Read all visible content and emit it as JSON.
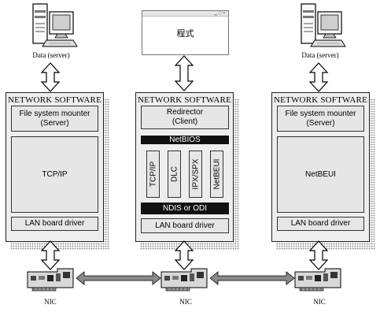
{
  "top_labels": {
    "left": "Data (server)",
    "right": "Data (server)"
  },
  "app_window": {
    "label": "程式"
  },
  "panels": {
    "left": {
      "header": "NETWORK SOFTWARE",
      "top_box": [
        "File system mounter",
        "(Server)"
      ],
      "middle": "TCP/IP",
      "driver": "LAN board driver"
    },
    "center": {
      "header": "NETWORK SOFTWARE",
      "top_box": [
        "Redirector",
        "(Client)"
      ],
      "netbios": "NetBIOS",
      "protocols": [
        "TCP/IP",
        "DLC",
        "IPX/SPX",
        "NetBEUI"
      ],
      "ndis": "NDIS or ODI",
      "driver": "LAN board driver"
    },
    "right": {
      "header": "NETWORK SOFTWARE",
      "top_box": [
        "File system mounter",
        "(Server)"
      ],
      "middle": "NetBEUI",
      "driver": "LAN board driver"
    }
  },
  "nic_labels": [
    "NIC",
    "NIC",
    "NIC"
  ]
}
